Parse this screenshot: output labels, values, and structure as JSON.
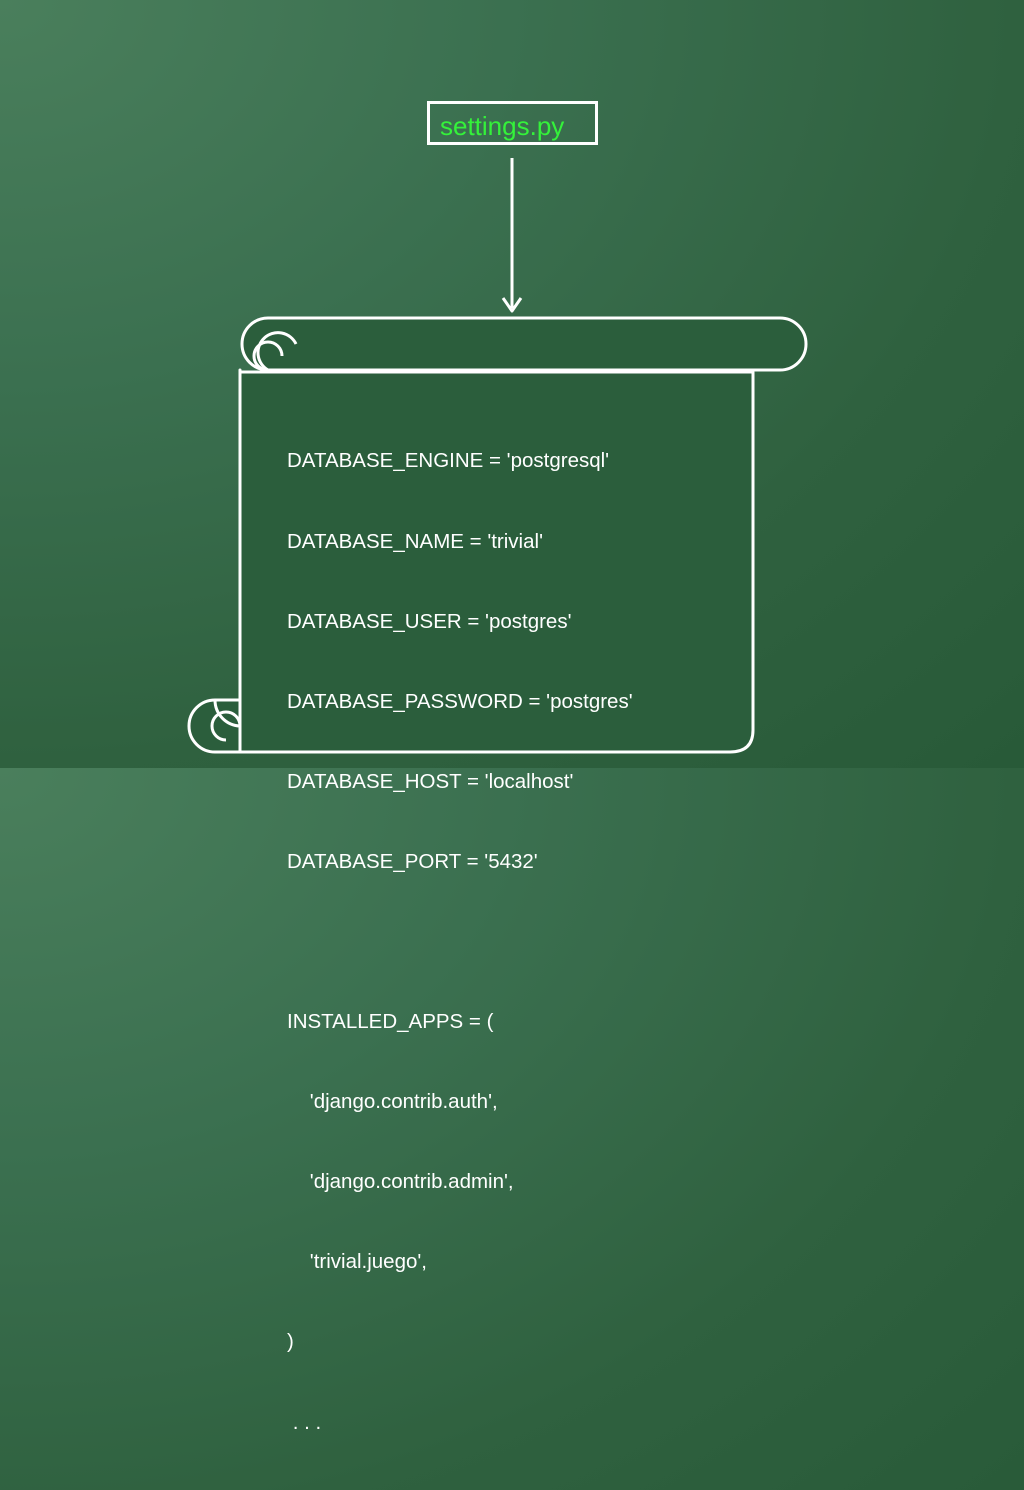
{
  "diagram": {
    "file_label": "settings.py",
    "code_lines": [
      "DATABASE_ENGINE = 'postgresql'",
      "DATABASE_NAME = 'trivial'",
      "DATABASE_USER = 'postgres'",
      "DATABASE_PASSWORD = 'postgres'",
      "DATABASE_HOST = 'localhost'",
      "DATABASE_PORT = '5432'",
      "",
      "INSTALLED_APPS = (",
      "    'django.contrib.auth',",
      "    'django.contrib.admin',",
      "    'trivial.juego',",
      ")",
      " . . ."
    ],
    "colors": {
      "label": "#34f23a",
      "stroke": "#ffffff",
      "scroll_fill": "#2b5e3c"
    }
  }
}
